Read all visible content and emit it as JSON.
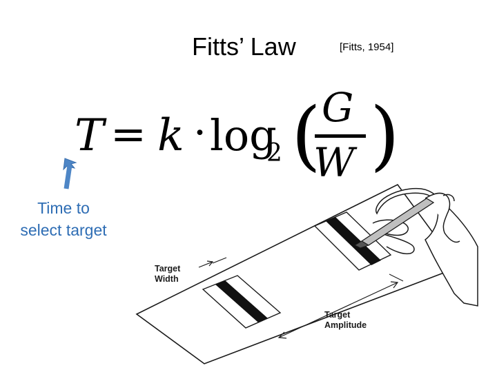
{
  "slide": {
    "title": "Fitts’ Law",
    "citation": "[Fitts, 1954]",
    "formula": {
      "lhs": "T",
      "equals": "=",
      "k": "k",
      "dot": "·",
      "log": "log",
      "log_base": "2",
      "numerator": "G",
      "denominator": "W"
    },
    "annotation": {
      "line1": "Time to",
      "line2": "select target",
      "color": "#2e6db4"
    },
    "diagram": {
      "target_width_label_1": "Target",
      "target_width_label_2": "Width",
      "target_amplitude_label_1": "Target",
      "target_amplitude_label_2": "Amplitude"
    }
  }
}
